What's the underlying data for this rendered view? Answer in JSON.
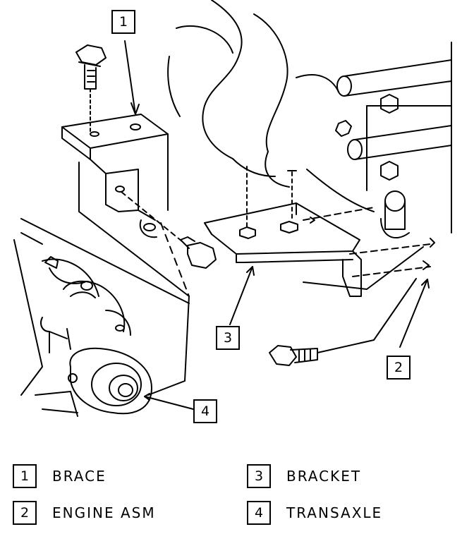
{
  "callouts": [
    {
      "num": "1"
    },
    {
      "num": "2"
    },
    {
      "num": "3"
    },
    {
      "num": "4"
    }
  ],
  "legend": [
    {
      "num": "1",
      "label": "BRACE"
    },
    {
      "num": "2",
      "label": "ENGINE ASM"
    },
    {
      "num": "3",
      "label": "BRACKET"
    },
    {
      "num": "4",
      "label": "TRANSAXLE"
    }
  ]
}
